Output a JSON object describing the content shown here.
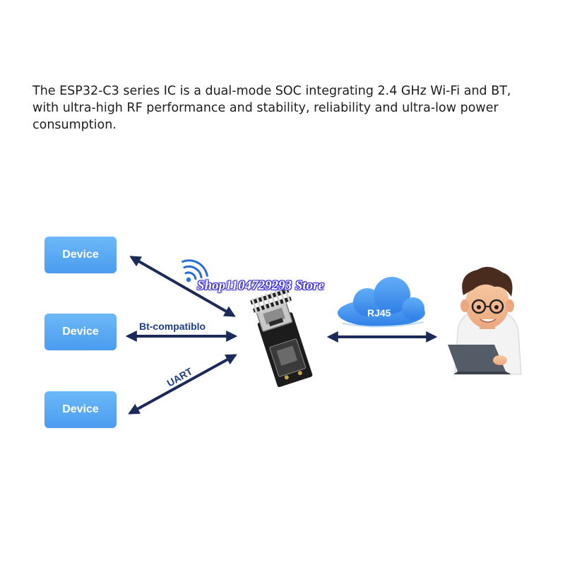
{
  "description": "The ESP32-C3 series IC is a dual-mode SOC integrating 2.4 GHz Wi-Fi and BT, with ultra-high RF performance and stability, reliability and ultra-low power consumption.",
  "devices": [
    "Device",
    "Device",
    "Device"
  ],
  "links": {
    "wifi_icon": "wifi-icon",
    "bt_label": "Bt-compatiblo",
    "uart_label": "UART",
    "rj45_label": "RJ45"
  },
  "watermark": "Shop1104729293 Store",
  "colors": {
    "device_fill": "#4a9cf0",
    "arrow": "#1b2a59",
    "label_blue": "#1d3e8a",
    "cloud": "#3a8ef0",
    "watermark_outline": "#3a2bd8"
  }
}
